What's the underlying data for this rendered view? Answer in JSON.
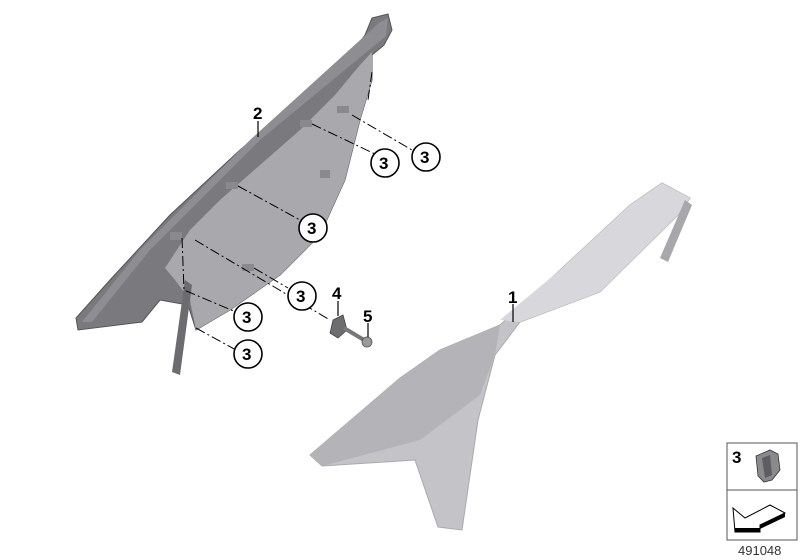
{
  "diagram": {
    "parts": [
      {
        "number": "1",
        "name": "side-panel-cover"
      },
      {
        "number": "2",
        "name": "inner-trim-panel"
      },
      {
        "number": "3",
        "name": "clip"
      },
      {
        "number": "4",
        "name": "grommet"
      },
      {
        "number": "5",
        "name": "screw"
      }
    ],
    "callouts": {
      "part1": "1",
      "part2": "2",
      "part4": "4",
      "part5": "5",
      "clip_a": "3",
      "clip_b": "3",
      "clip_c": "3",
      "clip_d": "3",
      "clip_e": "3",
      "clip_f": "3"
    },
    "legend": {
      "part_number": "3"
    },
    "diagram_number": "491048"
  }
}
